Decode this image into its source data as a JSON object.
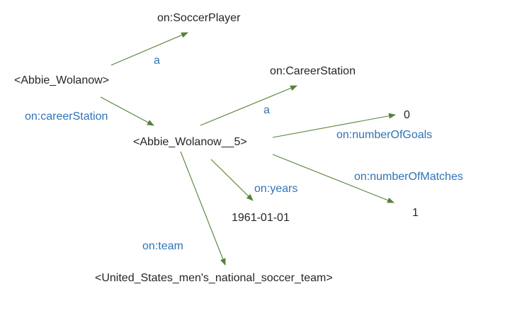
{
  "colors": {
    "background": "#ffffff",
    "node_text": "#262626",
    "edge_label": "#2e74b5",
    "edge_line": "#548235"
  },
  "nodes": {
    "abbie_wolanow": "<Abbie_Wolanow>",
    "soccer_player": "on:SoccerPlayer",
    "career_station_class": "on:CareerStation",
    "abbie_wolanow_5": "<Abbie_Wolanow__5>",
    "goals_value": "0",
    "matches_value": "1",
    "years_value": "1961-01-01",
    "team": "<United_States_men's_national_soccer_team>"
  },
  "edges": {
    "type_player": "a",
    "career_station": "on:careerStation",
    "type_station": "a",
    "number_of_goals": "on:numberOfGoals",
    "number_of_matches": "on:numberOfMatches",
    "years": "on:years",
    "team": "on:team"
  }
}
